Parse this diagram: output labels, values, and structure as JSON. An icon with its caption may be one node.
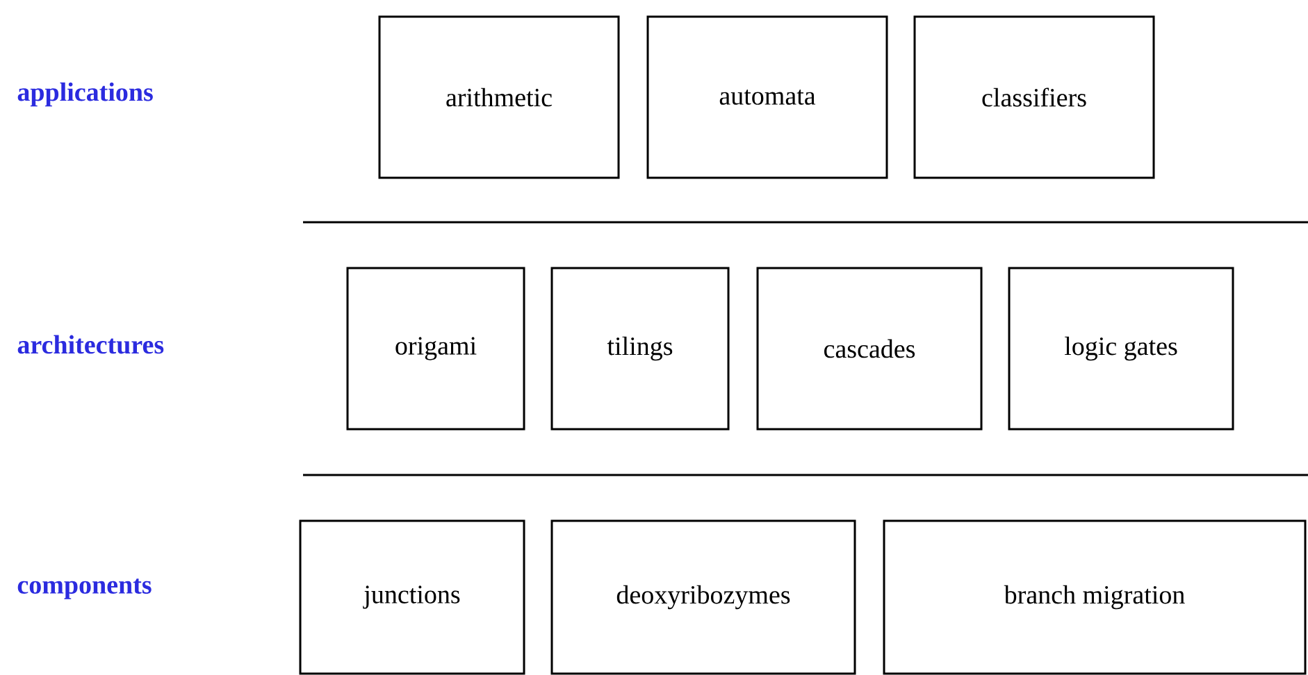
{
  "diagram": {
    "nodes": [
      {
        "text": [
          "arithmetic"
        ]
      },
      {
        "text": [
          "automata"
        ]
      },
      {
        "text": [
          "classifiers"
        ]
      },
      {
        "text": [
          "origami"
        ]
      },
      {
        "text": [
          "tilings"
        ]
      },
      {
        "text": [
          "cascades"
        ]
      },
      {
        "text": [
          "logic gates"
        ]
      },
      {
        "text": [
          "junctions"
        ]
      },
      {
        "text": [
          "deoxyribozymes"
        ]
      },
      {
        "text": [
          "branch migration"
        ]
      }
    ],
    "labels": [
      "applications",
      "architectures",
      "components"
    ]
  }
}
